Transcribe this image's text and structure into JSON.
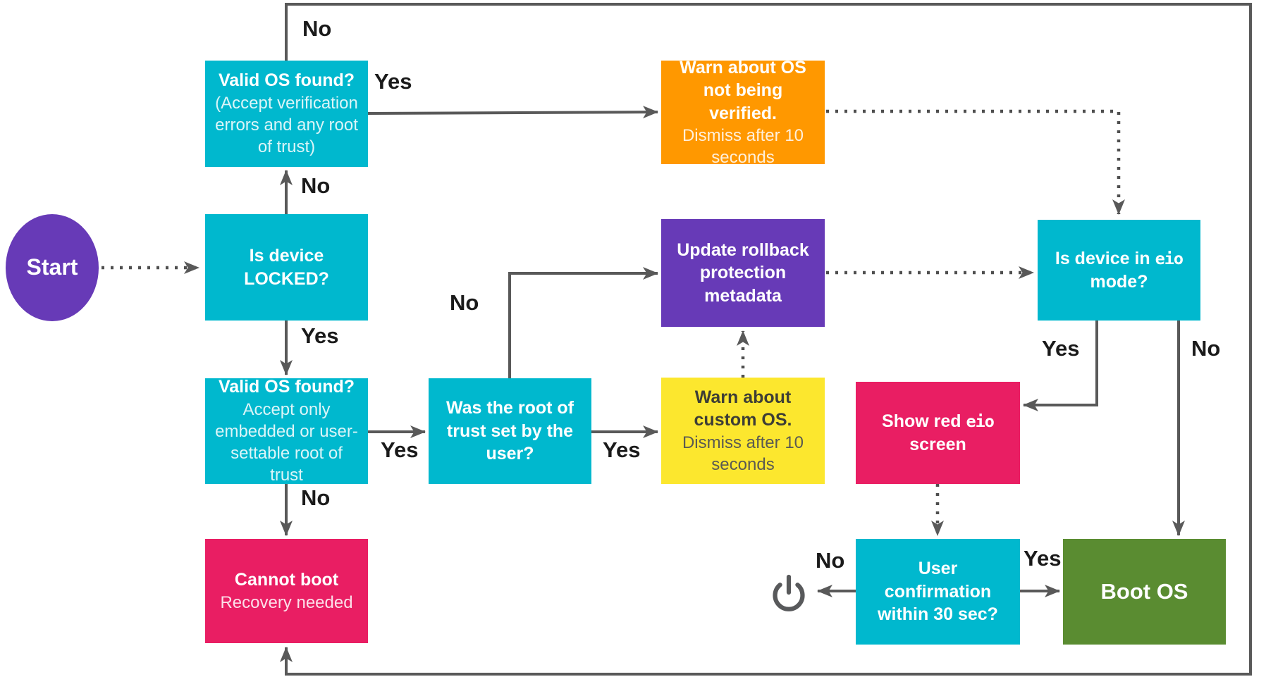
{
  "colors": {
    "cyan": "#00B8CE",
    "purple": "#673AB7",
    "orange": "#FF9800",
    "yellow": "#FCE72E",
    "pink": "#E91E63",
    "green": "#5A8C31",
    "line_gray": "#595959",
    "label_text": "#1a1a1a"
  },
  "start": {
    "label": "Start"
  },
  "nodes": {
    "valid_os_locked": {
      "title": "Valid OS found?",
      "subtitle": "(Accept verification errors and any root of trust)"
    },
    "is_device_locked": {
      "title": "Is device LOCKED?"
    },
    "valid_os_unlocked": {
      "title": "Valid OS found?",
      "subtitle": "Accept only embedded or user-settable root of trust"
    },
    "cannot_boot": {
      "title": "Cannot boot",
      "subtitle": "Recovery needed"
    },
    "was_root_user": {
      "title": "Was the root of trust set by the user?"
    },
    "warn_not_verified": {
      "title": "Warn about OS not being verified.",
      "subtitle": "Dismiss after 10 seconds"
    },
    "update_rollback": {
      "title": "Update rollback protection metadata"
    },
    "warn_custom": {
      "title": "Warn about custom OS.",
      "subtitle": "Dismiss after 10 seconds"
    },
    "show_red_eio": {
      "title": "Show red eio screen"
    },
    "user_confirmation": {
      "title": "User confirmation within 30 sec?"
    },
    "is_eio": {
      "title": "Is device in eio mode?"
    },
    "boot_os": {
      "title": "Boot OS"
    }
  },
  "edge_labels": {
    "no_top": "No",
    "yes_a1": "Yes",
    "no_a2": "No",
    "yes_a2": "Yes",
    "no_b": "No",
    "yes_a3": "Yes",
    "yes_b": "Yes",
    "no_a3": "No",
    "yes_e1": "Yes",
    "no_e1": "No",
    "no_d2": "No",
    "yes_d2": "Yes"
  },
  "icons": {
    "power": "power-icon"
  }
}
